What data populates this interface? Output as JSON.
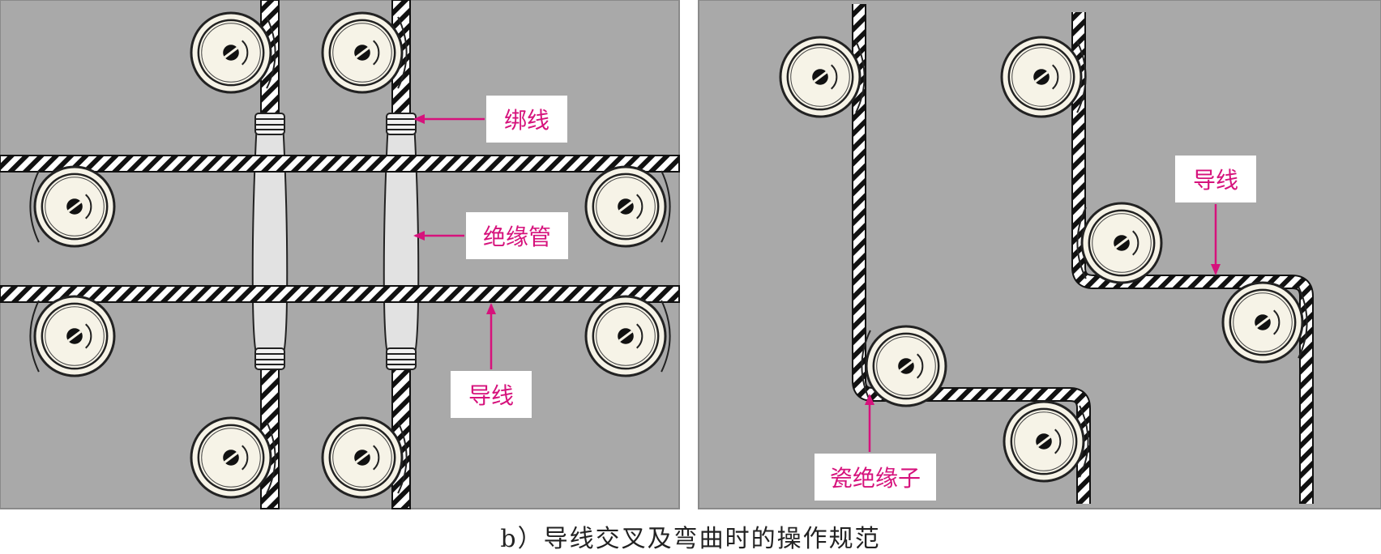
{
  "colors": {
    "panel_bg": "#a9a9a9",
    "panel_border": "#8a8a8a",
    "wire_stripe": "#111111",
    "wire_fill": "#ffffff",
    "insulator_face": "#f6f3e7",
    "insulator_ring": "#222222",
    "tube_fill": "#e2e2e2",
    "label_bg": "#ffffff",
    "label_text": "#d6127c",
    "arrow": "#d6127c"
  },
  "left_panel": {
    "labels": {
      "binding_wire": "绑线",
      "insulating_tube": "绝缘管",
      "conductor": "导线"
    }
  },
  "right_panel": {
    "labels": {
      "conductor": "导线",
      "porcelain_insulator": "瓷绝缘子"
    }
  },
  "caption": "b）导线交叉及弯曲时的操作规范",
  "icons": {
    "insulator": "porcelain-insulator-icon",
    "arrow": "arrow-icon"
  }
}
